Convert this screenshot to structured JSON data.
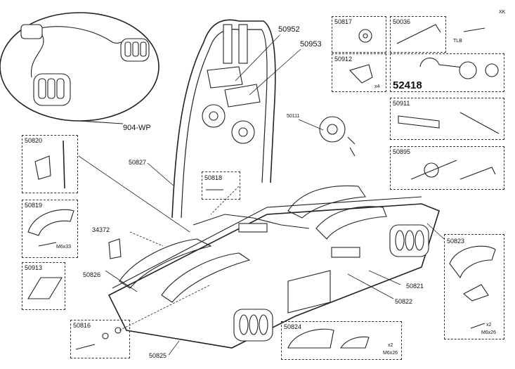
{
  "diagram": {
    "inset_label": "904-WP",
    "main_parts": [
      {
        "code": "50952"
      },
      {
        "code": "50953"
      },
      {
        "code": "50111"
      },
      {
        "code": "50827"
      },
      {
        "code": "34372"
      },
      {
        "code": "50826"
      },
      {
        "code": "50825"
      },
      {
        "code": "50821"
      },
      {
        "code": "50822"
      }
    ],
    "boxes": [
      {
        "code": "50817"
      },
      {
        "code": "50036"
      },
      {
        "code": "50912",
        "note": "x4"
      },
      {
        "code": "52418"
      },
      {
        "code": "50911"
      },
      {
        "code": "50895"
      },
      {
        "code": "50820"
      },
      {
        "code": "50818"
      },
      {
        "code": "50819",
        "note": "M6x33"
      },
      {
        "code": "50913"
      },
      {
        "code": "50816"
      },
      {
        "code": "50824",
        "note": "x2",
        "note2": "M6x26"
      },
      {
        "code": "50823",
        "note": "x2",
        "note2": "M6x26"
      }
    ],
    "loose": [
      {
        "code": "XK"
      },
      {
        "code": "TLB"
      }
    ]
  }
}
